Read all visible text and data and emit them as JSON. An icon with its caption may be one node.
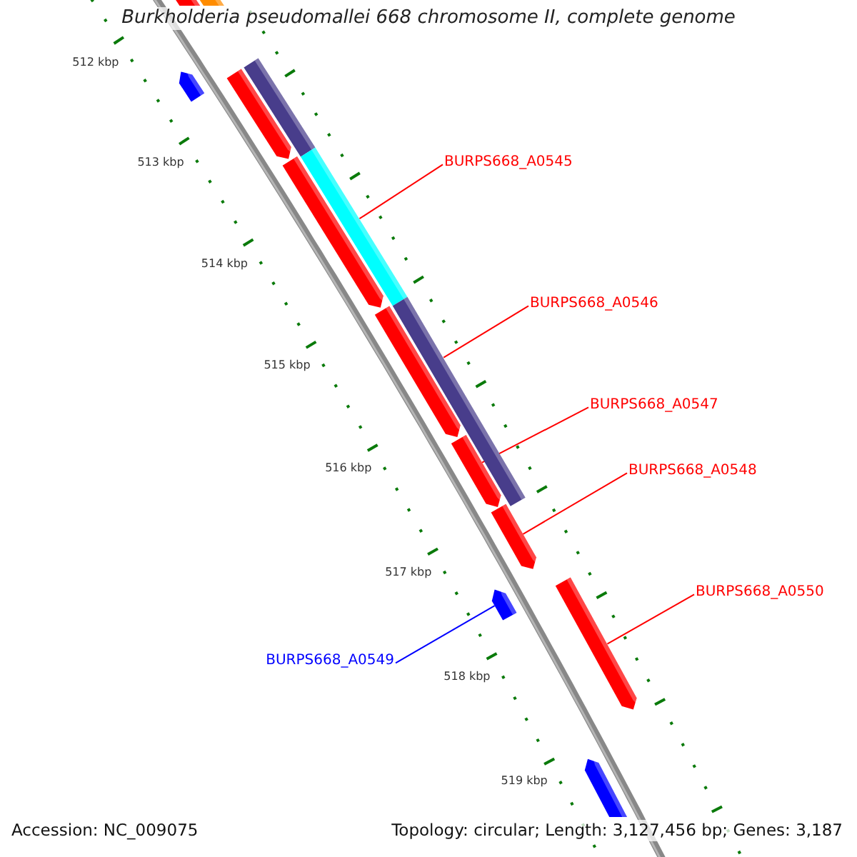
{
  "diagram": {
    "title": "Burkholderia pseudomallei 668 chromosome II, complete genome",
    "nodes": [
      {
        "text": [
          "BURPS668_A0545"
        ]
      },
      {
        "text": [
          "BURPS668_A0546"
        ]
      },
      {
        "text": [
          "BURPS668_A0547"
        ]
      },
      {
        "text": [
          "BURPS668_A0548"
        ]
      },
      {
        "text": [
          "BURPS668_A0550"
        ]
      },
      {
        "text": [
          "BURPS668_A0549"
        ]
      },
      {
        "text": [],
        "shape": "bar"
      },
      {
        "text": [],
        "shape": "bar"
      },
      {
        "text": [],
        "shape": "bar"
      },
      {
        "text": [],
        "shape": "bar"
      },
      {
        "text": [],
        "shape": "bar"
      },
      {
        "text": [],
        "shape": "bar"
      },
      {
        "text": [],
        "shape": "bar"
      },
      {
        "text": [],
        "shape": "bar"
      },
      {
        "text": [],
        "shape": "bar"
      },
      {
        "text": [],
        "shape": "bar"
      },
      {
        "text": [],
        "shape": "bar"
      },
      {
        "text": [],
        "shape": "bar"
      },
      {
        "text": [],
        "shape": "bar"
      },
      {
        "text": [],
        "shape": "bar"
      }
    ],
    "edges": [
      {
        "from": 0,
        "to": 12,
        "arrow": "none"
      },
      {
        "from": 1,
        "to": 14,
        "arrow": "none"
      },
      {
        "from": 2,
        "to": 15,
        "arrow": "none"
      },
      {
        "from": 3,
        "to": 16,
        "arrow": "none"
      },
      {
        "from": 4,
        "to": 18,
        "arrow": "none"
      },
      {
        "from": 5,
        "to": 17,
        "arrow": "none",
        "color": "#0000ff"
      }
    ],
    "labels": [
      "512 kbp",
      "513 kbp",
      "514 kbp",
      "515 kbp",
      "516 kbp",
      "517 kbp",
      "518 kbp",
      "519 kbp",
      "Accession: NC_009075",
      "Topology: circular; Length: 3,127,456 bp; Genes: 3,187"
    ]
  }
}
